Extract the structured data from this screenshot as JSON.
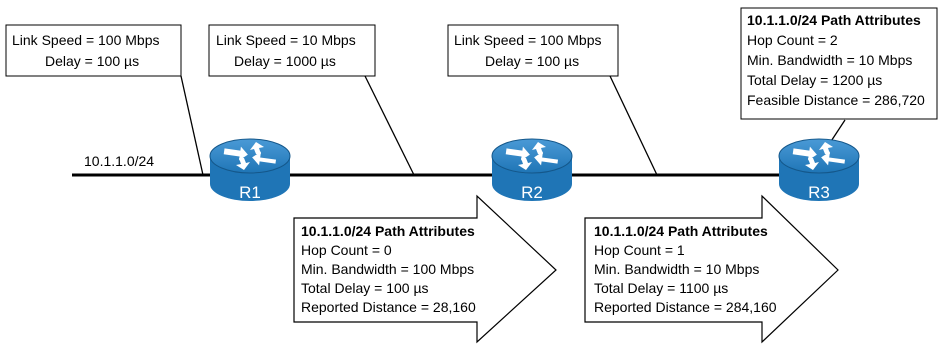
{
  "network": "10.1.1.0/24",
  "links": [
    {
      "speed": "Link Speed = 100 Mbps",
      "delay": "Delay = 100 µs"
    },
    {
      "speed": "Link Speed = 10 Mbps",
      "delay": "Delay = 1000 µs"
    },
    {
      "speed": "Link Speed = 100 Mbps",
      "delay": "Delay = 100 µs"
    }
  ],
  "routers": [
    {
      "label": "R1"
    },
    {
      "label": "R2"
    },
    {
      "label": "R3"
    }
  ],
  "arrow1": {
    "title": "10.1.1.0/24 Path Attributes",
    "lines": [
      "Hop Count = 0",
      "Min. Bandwidth = 100 Mbps",
      "Total Delay = 100 µs",
      "Reported Distance = 28,160"
    ]
  },
  "arrow2": {
    "title": "10.1.1.0/24 Path Attributes",
    "lines": [
      "Hop Count = 1",
      "Min. Bandwidth = 10 Mbps",
      "Total Delay = 1100 µs",
      "Reported Distance = 284,160"
    ]
  },
  "r3_box": {
    "title": "10.1.1.0/24 Path Attributes",
    "lines": [
      "Hop Count = 2",
      "Min. Bandwidth = 10 Mbps",
      "Total Delay = 1200 µs",
      "Feasible Distance = 286,720"
    ]
  },
  "colors": {
    "router": "#1f75b6",
    "router_dark": "#14578a",
    "line": "#000000",
    "box_border": "#000000"
  }
}
